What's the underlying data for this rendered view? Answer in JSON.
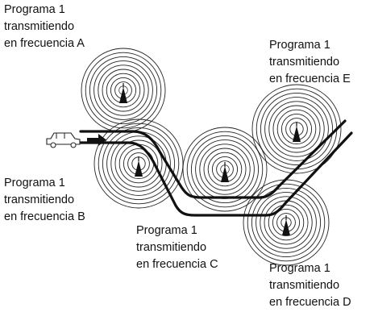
{
  "stations": [
    {
      "id": "A",
      "line1": "Programa 1",
      "line2": "transmitiendo",
      "line3": "en frecuencia A"
    },
    {
      "id": "B",
      "line1": "Programa 1",
      "line2": "transmitiendo",
      "line3": "en frecuencia B"
    },
    {
      "id": "C",
      "line1": "Programa 1",
      "line2": "transmitiendo",
      "line3": "en frecuencia C"
    },
    {
      "id": "D",
      "line1": "Programa 1",
      "line2": "transmitiendo",
      "line3": "en frecuencia D"
    },
    {
      "id": "E",
      "line1": "Programa 1",
      "line2": "transmitiendo",
      "line3": "en frecuencia E"
    }
  ],
  "icons": {
    "transmitter": "transmitter-antenna-icon",
    "car": "car-icon",
    "direction": "arrow-right-icon"
  },
  "colors": {
    "ink": "#111111",
    "background": "#ffffff"
  }
}
